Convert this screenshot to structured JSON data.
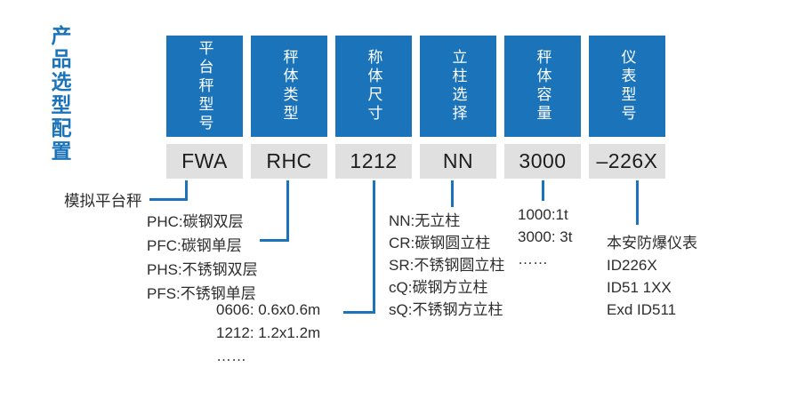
{
  "page": {
    "title": "产品选型配置"
  },
  "colors": {
    "primary_blue": "#1b74ba",
    "cell_gray": "#e0e0e0",
    "text_dark": "#2d2d2d"
  },
  "columns": [
    {
      "header": "平台秤型号",
      "code": "FWA"
    },
    {
      "header": "秤体类型",
      "code": "RHC"
    },
    {
      "header": "称体尺寸",
      "code": "1212"
    },
    {
      "header": "立柱选择",
      "code": "NN"
    },
    {
      "header": "秤体容量",
      "code": "3000"
    },
    {
      "header": "仪表型号",
      "code": "–226X"
    }
  ],
  "annotations": {
    "platform_type_label": "模拟平台秤",
    "body_type_options": [
      "PHC:碳钢双层",
      "PFC:碳钢单层",
      "PHS:不锈钢双层",
      "PFS:不锈钢单层"
    ],
    "size_options": [
      "0606: 0.6x0.6m",
      "1212: 1.2x1.2m",
      "……"
    ],
    "column_options": [
      "NN:无立柱",
      "CR:碳钢圆立柱",
      "SR:不锈钢圆立柱",
      "cQ:碳钢方立柱",
      "sQ:不锈钢方立柱"
    ],
    "capacity_options": [
      "1000:1t",
      "3000: 3t",
      "……"
    ],
    "indicator_options": [
      "本安防爆仪表",
      "ID226X",
      "ID51 1XX",
      "Exd ID511"
    ]
  }
}
